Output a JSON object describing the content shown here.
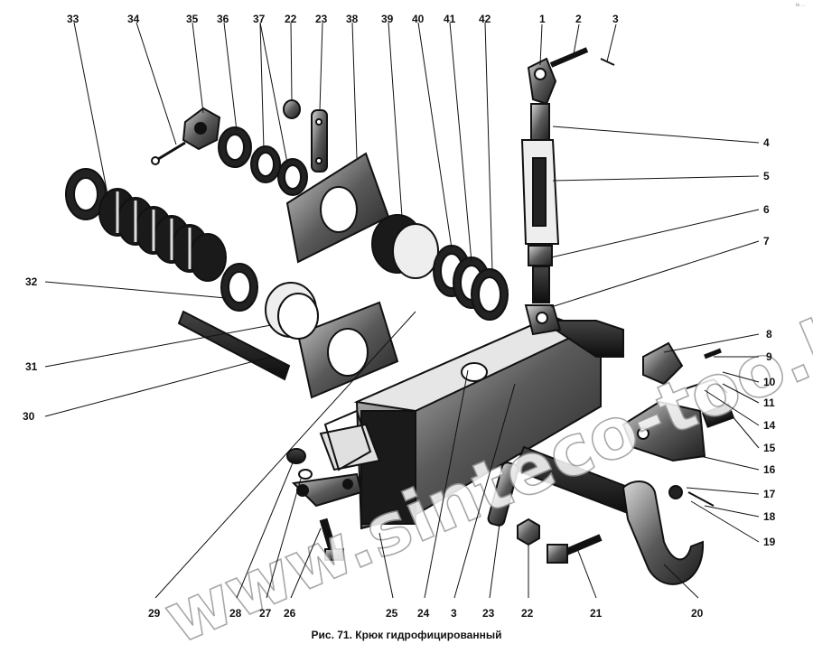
{
  "caption": "Рис. 71. Крюк гидрофицированный",
  "watermark": "www.sinteco-too.kz",
  "corner_mark": "№ ...",
  "callouts": [
    "1",
    "2",
    "3",
    "4",
    "5",
    "6",
    "7",
    "8",
    "9",
    "10",
    "11",
    "14",
    "15",
    "16",
    "17",
    "18",
    "19",
    "20",
    "21",
    "22",
    "23",
    "24",
    "25",
    "26",
    "27",
    "28",
    "29",
    "30",
    "31",
    "32",
    "33",
    "34",
    "35",
    "36",
    "37",
    "38",
    "39",
    "40",
    "41",
    "42"
  ],
  "bottom_labels": [
    "29",
    "28",
    "27",
    "26",
    "25",
    "24",
    "3",
    "23",
    "22",
    "21",
    "20"
  ]
}
